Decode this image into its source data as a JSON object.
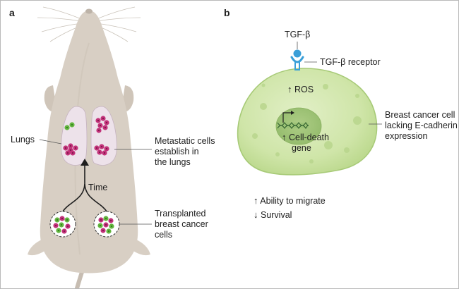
{
  "panel_a": {
    "letter": "a",
    "lungs_label": "Lungs",
    "metastatic_label": [
      "Metastatic cells",
      "establish in",
      "the lungs"
    ],
    "time_label": "Time",
    "transplanted_label": [
      "Transplanted",
      "breast cancer",
      "cells"
    ]
  },
  "panel_b": {
    "letter": "b",
    "ligand_label": "TGF-β",
    "receptor_label": "TGF-β receptor",
    "ros_label": "ROS",
    "gene_label": [
      "Cell-death",
      "gene"
    ],
    "cell_label": [
      "Breast cancer cell",
      "lacking E-cadherin",
      "expression"
    ],
    "effects": [
      {
        "arrow": "↑",
        "text": "Ability to migrate"
      },
      {
        "arrow": "↓",
        "text": "Survival"
      }
    ],
    "up_arrow": "↑"
  },
  "colors": {
    "mouse_fur": "#d8cfc4",
    "lung_fill": "#ede2ea",
    "metastatic_cell": "#c2327a",
    "green_cell": "#63b53f",
    "cancer_cell": "#cfe5a8",
    "receptor": "#3a9fd8"
  },
  "icons": [
    "mouse-illustration",
    "lung-icon",
    "cell-cluster-icon",
    "tgf-beta-receptor-icon",
    "dna-helix-icon",
    "transcription-arrow-icon"
  ]
}
